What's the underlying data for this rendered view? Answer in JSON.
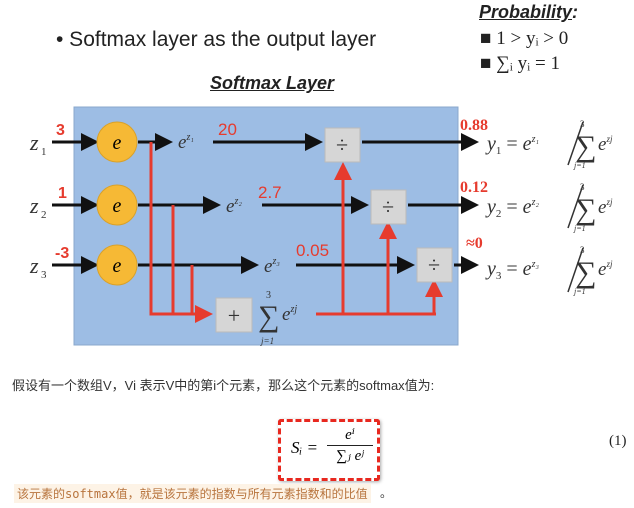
{
  "slide": {
    "bullet": "• Softmax layer as the output layer",
    "probability_title": "Probability",
    "probability_colon": ":",
    "rule1": "1 > yᵢ > 0",
    "rule2": "∑ᵢ yᵢ = 1",
    "layer_title": "Softmax Layer"
  },
  "diagram": {
    "inputs": [
      "z",
      "z",
      "z"
    ],
    "input_subs": [
      "1",
      "2",
      "3"
    ],
    "input_values": [
      "3",
      "1",
      "-3"
    ],
    "node_label": "e",
    "exp_values": [
      "20",
      "2.7",
      "0.05"
    ],
    "outputs": [
      "0.88",
      "0.12",
      "≈0"
    ],
    "divide_symbol": "÷",
    "plus_symbol": "+",
    "sum_symbol": "∑",
    "sum_top": "3",
    "sum_bottom": "j=1",
    "y_labels": [
      "y",
      "y",
      "y"
    ]
  },
  "text": {
    "intro": "假设有一个数组V，Vi 表示V中的第i个元素，那么这个元素的softmax值为:",
    "formula_lhs": "Sᵢ =",
    "formula_num": "eⁱ",
    "formula_den": "∑ⱼ eʲ",
    "equation_number": "(1)",
    "note": "该元素的softmax值，就是该元素的指数与所有元素指数和的比值",
    "note_end": "。"
  },
  "colors": {
    "red": "#e63b2e",
    "box": "#9dbde4",
    "node": "#f6b935"
  }
}
